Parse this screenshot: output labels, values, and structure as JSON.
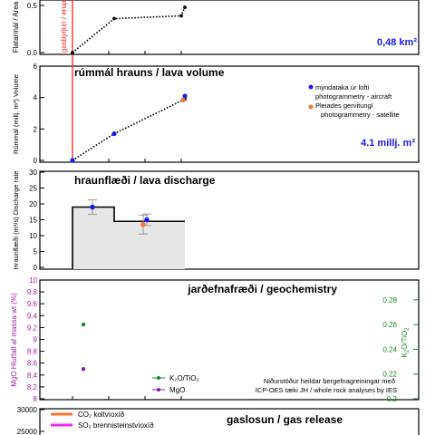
{
  "chart_data": [
    {
      "id": "area",
      "type": "line",
      "title": "",
      "ylabel": "Flatarmál / Area",
      "ylim": [
        0,
        0.5
      ],
      "yticks": [
        "0.0",
        "0.5"
      ],
      "series": [
        {
          "points": [
            [
              0,
              0
            ],
            [
              1.15,
              0.36
            ],
            [
              3.0,
              0.39
            ],
            [
              3.1,
              0.48
            ]
          ]
        }
      ],
      "annotation": "0,48 km²",
      "eruption_label": "gosbyrjun / eruption onset"
    },
    {
      "id": "volume",
      "type": "line",
      "title": "rúmmál hrauns / lava volume",
      "ylabel": "Rúmmál (millj. m³) Volume",
      "ylim": [
        0,
        6
      ],
      "yticks": [
        "0",
        "2",
        "4",
        "6"
      ],
      "series": [
        {
          "points": [
            [
              0,
              0
            ],
            [
              1.15,
              1.7
            ],
            [
              3.1,
              3.9
            ]
          ]
        }
      ],
      "aircraft": [
        [
          0,
          0
        ],
        [
          1.15,
          1.7
        ],
        [
          3.1,
          4.1
        ]
      ],
      "satellite": [
        [
          3.05,
          3.85
        ]
      ],
      "legend": [
        {
          "label": "myndataka úr lofti photogrammetry - aircraft",
          "color": "#1a1aee"
        },
        {
          "label": "Pleiades gervitungl photogrammetry - satellite",
          "color": "#f07a30"
        }
      ],
      "annotation": "4.1 millj. m³"
    },
    {
      "id": "discharge",
      "type": "bar",
      "title": "hraunflæði / lava discharge",
      "ylabel": "Hraunflæði (m³/s) Discharge rate",
      "ylim": [
        0,
        30
      ],
      "yticks": [
        "0",
        "5",
        "10",
        "15",
        "20",
        "25",
        "30"
      ],
      "steps": [
        {
          "x0": 0,
          "x1": 1.15,
          "value": 19
        },
        {
          "x0": 1.15,
          "x1": 3.1,
          "value": 14.5
        }
      ],
      "points": [
        {
          "x": 0.55,
          "value": 19,
          "err": 2.3,
          "color": "#1a1aee"
        },
        {
          "x": 2.05,
          "value": 15,
          "err": 1.8,
          "color": "#1a1aee"
        },
        {
          "x": 1.95,
          "value": 13.5,
          "err": 3.0,
          "color": "#f07a30"
        }
      ]
    },
    {
      "id": "geochem",
      "type": "scatter",
      "title": "jarðefnafræði / geochemistry",
      "ylabel": "MgO Hlutfall af massa wt (%)",
      "ylabel_right": "K₂O/TiO₂",
      "ylim": [
        8.0,
        10.0
      ],
      "ylim_right": [
        0.2,
        0.3
      ],
      "yticks": [
        "8",
        "8.2",
        "8.4",
        "8.6",
        "8.8",
        "9",
        "9.2",
        "9.4",
        "9.6",
        "9.8",
        "10"
      ],
      "yticks_right": [
        "0.2",
        "0.22",
        "0.24",
        "0.26",
        "0.28"
      ],
      "mgo": [
        [
          0.3,
          8.5
        ]
      ],
      "k2o_tio2": [
        [
          0.3,
          0.26
        ]
      ],
      "legend": [
        {
          "label": "K₂O/TiO₂",
          "color": "#1a8a2a"
        },
        {
          "label": "MgO",
          "color": "#8a1aaa"
        }
      ],
      "note": "Niðurstöður heildar bergefnagreiningar með ICP-OES tæki JH / whole rock analyses by IES"
    },
    {
      "id": "gas",
      "type": "line",
      "title": "gaslosun / gas release",
      "ylim": [
        25000,
        30000
      ],
      "yticks": [
        "25000",
        "30000"
      ],
      "legend": [
        {
          "label": "CO₂ koltvíoxíð",
          "color": "#f07a30"
        },
        {
          "label": "SO₂ brennisteinstvíoxíð",
          "color": "#ee2aee"
        }
      ]
    }
  ]
}
